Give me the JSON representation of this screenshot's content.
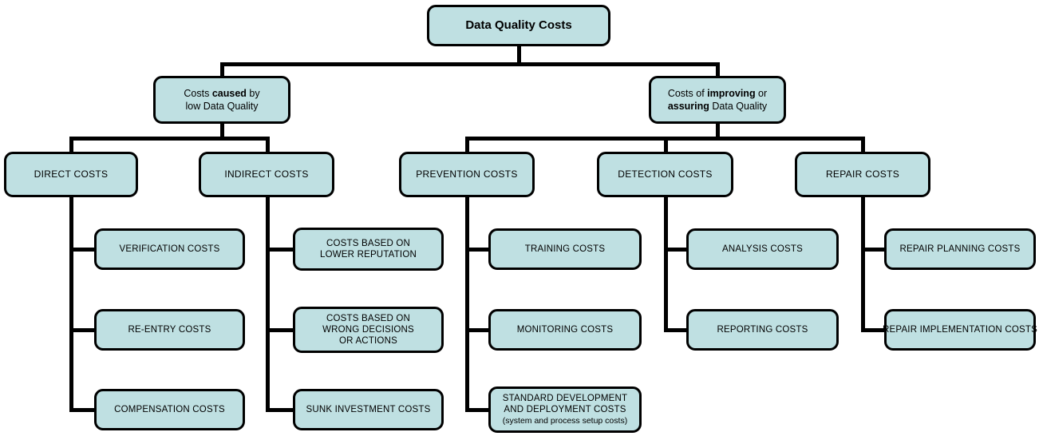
{
  "diagram_title": "Data Quality Costs",
  "colors": {
    "box_fill": "#bfe0e2",
    "box_border": "#000000",
    "connector": "#000000",
    "background": "#ffffff",
    "text": "#000000"
  },
  "nodes": [
    {
      "id": "root",
      "lines": [
        [
          {
            "t": "Data Quality Costs",
            "b": true
          }
        ]
      ]
    },
    {
      "id": "caused",
      "lines": [
        [
          {
            "t": "Costs "
          },
          {
            "t": "caused",
            "b": true
          },
          {
            "t": " by"
          }
        ],
        [
          {
            "t": "low Data Quality"
          }
        ]
      ]
    },
    {
      "id": "improving",
      "lines": [
        [
          {
            "t": "Costs of "
          },
          {
            "t": "improving",
            "b": true
          },
          {
            "t": " or"
          }
        ],
        [
          {
            "t": "assuring",
            "b": true
          },
          {
            "t": " Data Quality"
          }
        ]
      ]
    },
    {
      "id": "direct",
      "lines": [
        [
          {
            "t": "DIRECT COSTS"
          }
        ]
      ]
    },
    {
      "id": "indirect",
      "lines": [
        [
          {
            "t": "INDIRECT COSTS"
          }
        ]
      ]
    },
    {
      "id": "prevention",
      "lines": [
        [
          {
            "t": "PREVENTION COSTS"
          }
        ]
      ]
    },
    {
      "id": "detection",
      "lines": [
        [
          {
            "t": "DETECTION COSTS"
          }
        ]
      ]
    },
    {
      "id": "repair",
      "lines": [
        [
          {
            "t": "REPAIR COSTS"
          }
        ]
      ]
    },
    {
      "id": "verification",
      "lines": [
        [
          {
            "t": "VERIFICATION COSTS"
          }
        ]
      ]
    },
    {
      "id": "reentry",
      "lines": [
        [
          {
            "t": "RE-ENTRY COSTS"
          }
        ]
      ]
    },
    {
      "id": "compensation",
      "lines": [
        [
          {
            "t": "COMPENSATION COSTS"
          }
        ]
      ]
    },
    {
      "id": "reputation",
      "lines": [
        [
          {
            "t": "COSTS  BASED ON"
          }
        ],
        [
          {
            "t": "LOWER REPUTATION"
          }
        ]
      ]
    },
    {
      "id": "wrong-decisions",
      "lines": [
        [
          {
            "t": "COSTS BASED ON"
          }
        ],
        [
          {
            "t": "WRONG DECISIONS"
          }
        ],
        [
          {
            "t": "OR ACTIONS"
          }
        ]
      ]
    },
    {
      "id": "sunk-investment",
      "lines": [
        [
          {
            "t": "SUNK INVESTMENT COSTS"
          }
        ]
      ]
    },
    {
      "id": "training",
      "lines": [
        [
          {
            "t": "TRAINING COSTS"
          }
        ]
      ]
    },
    {
      "id": "monitoring",
      "lines": [
        [
          {
            "t": "MONITORING COSTS"
          }
        ]
      ]
    },
    {
      "id": "standard-development",
      "lines": [
        [
          {
            "t": "STANDARD DEVELOPMENT"
          }
        ],
        [
          {
            "t": "AND DEPLOYMENT COSTS"
          }
        ],
        [
          {
            "t": "(system and process setup costs)",
            "small": true
          }
        ]
      ]
    },
    {
      "id": "analysis",
      "lines": [
        [
          {
            "t": "ANALYSIS COSTS"
          }
        ]
      ]
    },
    {
      "id": "reporting",
      "lines": [
        [
          {
            "t": "REPORTING COSTS"
          }
        ]
      ]
    },
    {
      "id": "repair-planning",
      "lines": [
        [
          {
            "t": "REPAIR PLANNING COSTS"
          }
        ]
      ]
    },
    {
      "id": "repair-implementation",
      "lines": [
        [
          {
            "t": "REPAIR IMPLEMENTATION COSTS"
          }
        ]
      ]
    }
  ],
  "hierarchy": [
    {
      "parent": "root",
      "children": [
        "caused",
        "improving"
      ]
    },
    {
      "parent": "caused",
      "children": [
        "direct",
        "indirect"
      ]
    },
    {
      "parent": "improving",
      "children": [
        "prevention",
        "detection",
        "repair"
      ]
    },
    {
      "parent": "direct",
      "children": [
        "verification",
        "reentry",
        "compensation"
      ]
    },
    {
      "parent": "indirect",
      "children": [
        "reputation",
        "wrong-decisions",
        "sunk-investment"
      ]
    },
    {
      "parent": "prevention",
      "children": [
        "training",
        "monitoring",
        "standard-development"
      ]
    },
    {
      "parent": "detection",
      "children": [
        "analysis",
        "reporting"
      ]
    },
    {
      "parent": "repair",
      "children": [
        "repair-planning",
        "repair-implementation"
      ]
    }
  ]
}
